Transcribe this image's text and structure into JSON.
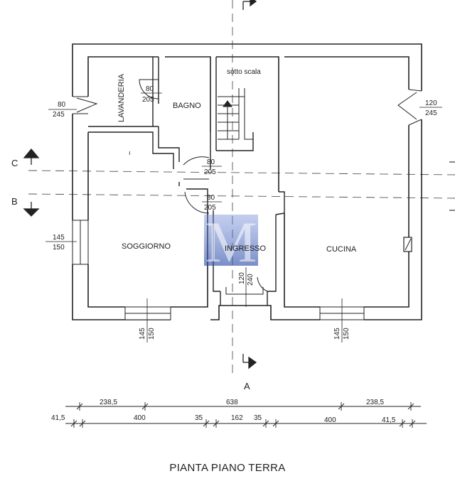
{
  "title": "PIANTA PIANO TERRA",
  "rooms": {
    "lavanderia": "LAVANDERIA",
    "bagno": "BAGNO",
    "sotto_scala": "sotto scala",
    "soggiorno": "SOGGIORNO",
    "ingresso": "INGRESSO",
    "cucina": "CUCINA"
  },
  "openings": {
    "lavanderia_window": [
      "80",
      "245"
    ],
    "bagno_door": [
      "80",
      "205"
    ],
    "cucina_window": [
      "120",
      "245"
    ],
    "hall_door_top": [
      "80",
      "205"
    ],
    "hall_door_bottom": [
      "80",
      "205"
    ],
    "soggiorno_window_left": [
      "145",
      "150"
    ],
    "soggiorno_window_bottom": [
      "145",
      "150"
    ],
    "entrance_door": [
      "120",
      "240"
    ],
    "cucina_window_bottom": [
      "145",
      "150"
    ]
  },
  "sections": {
    "a": "A",
    "b": "B",
    "c": "C"
  },
  "dimensions": {
    "row1": [
      "238,5",
      "638",
      "238,5"
    ],
    "row2": [
      "41,5",
      "400",
      "35",
      "162",
      "35",
      "400",
      "41,5"
    ]
  },
  "watermark": "M",
  "colors": {
    "line": "#222222",
    "watermark": "#2f4fa8"
  }
}
